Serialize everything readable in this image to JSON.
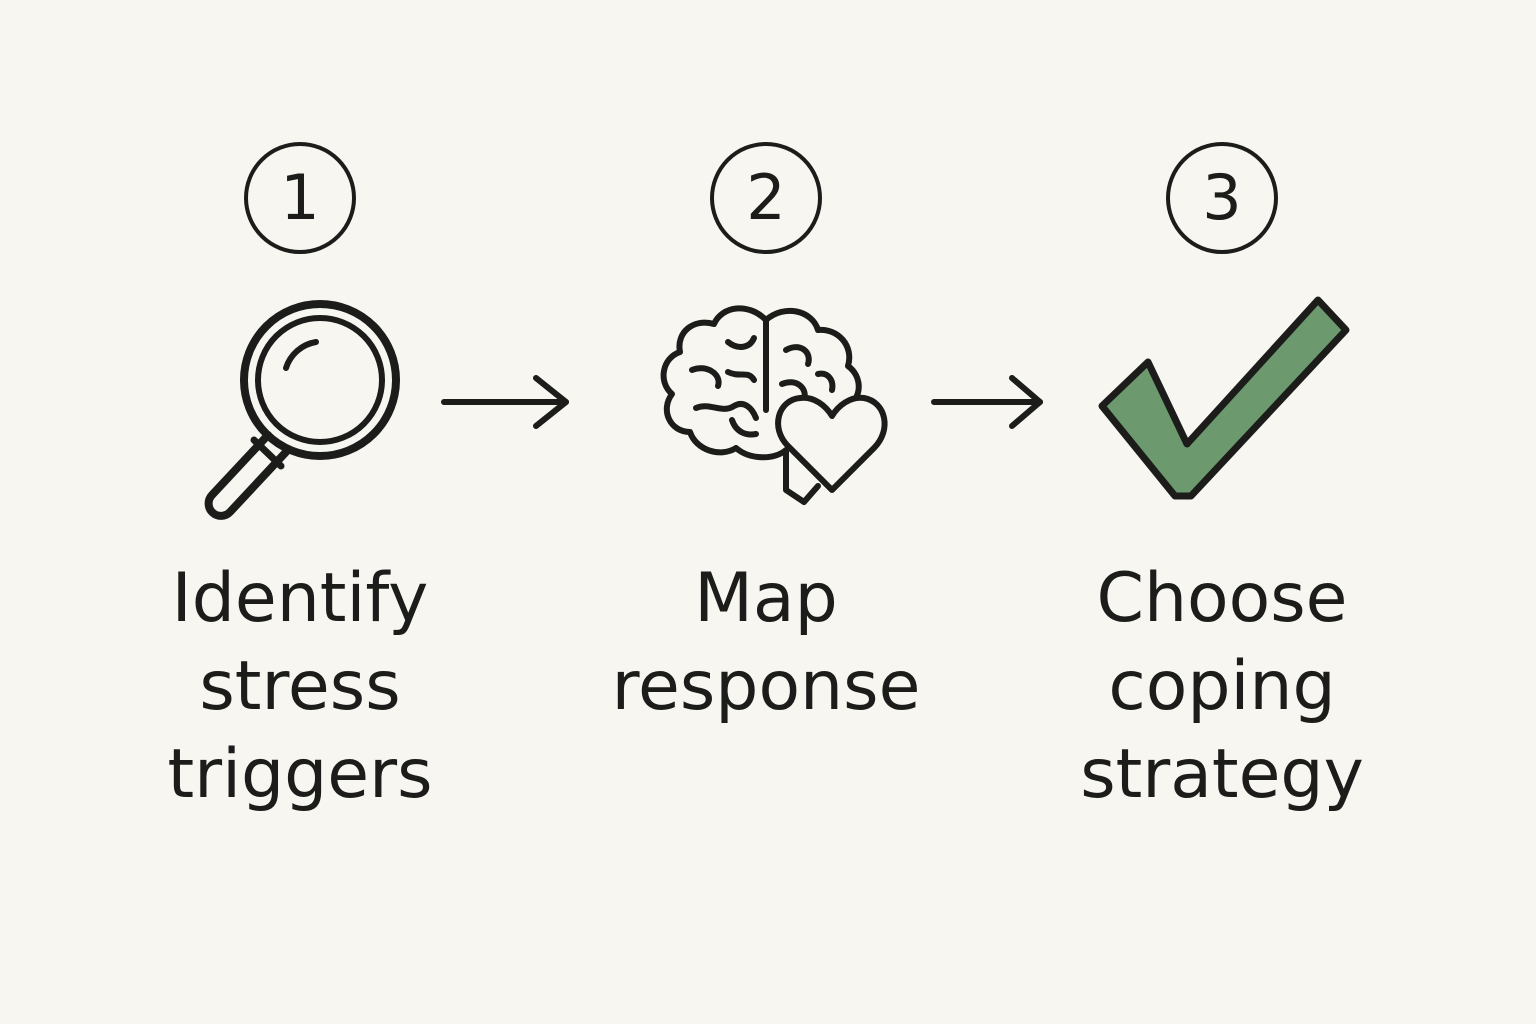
{
  "steps": [
    {
      "number": "1",
      "icon": "magnifying-glass-icon",
      "label_lines": [
        "Identify",
        "stress",
        "triggers"
      ]
    },
    {
      "number": "2",
      "icon": "brain-heart-icon",
      "label_lines": [
        "Map",
        "response"
      ]
    },
    {
      "number": "3",
      "icon": "checkmark-icon",
      "label_lines": [
        "Choose",
        "coping",
        "strategy"
      ]
    }
  ],
  "colors": {
    "ink": "#1c1c1a",
    "background": "#f7f6f1",
    "check_fill": "#6c9a6e"
  }
}
